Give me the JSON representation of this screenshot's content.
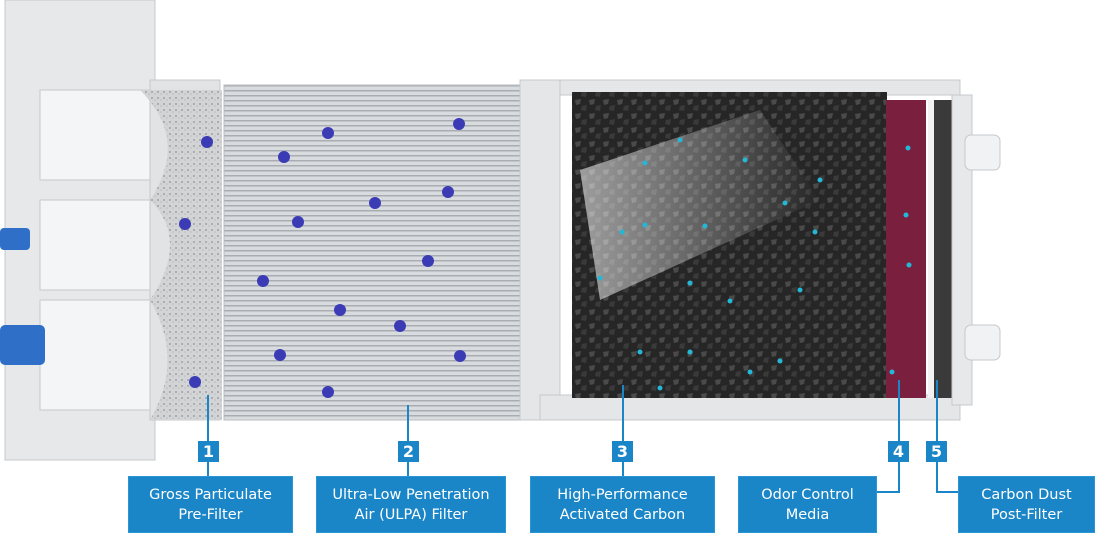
{
  "components": [
    {
      "number": "1",
      "line1": "Gross Particulate",
      "line2": "Pre-Filter"
    },
    {
      "number": "2",
      "line1": "Ultra-Low Penetration",
      "line2": "Air (ULPA) Filter"
    },
    {
      "number": "3",
      "line1": "High-Performance",
      "line2": "Activated Carbon"
    },
    {
      "number": "4",
      "line1": "Odor Control",
      "line2": "Media"
    },
    {
      "number": "5",
      "line1": "Carbon Dust",
      "line2": "Post-Filter"
    }
  ],
  "colors": {
    "label_bg": "#1a86c8",
    "carbon": "#2b2b2b",
    "odor_media": "#7a1f3d",
    "particle_blue": "#3b3bb5",
    "particle_cyan": "#25b8d6"
  }
}
